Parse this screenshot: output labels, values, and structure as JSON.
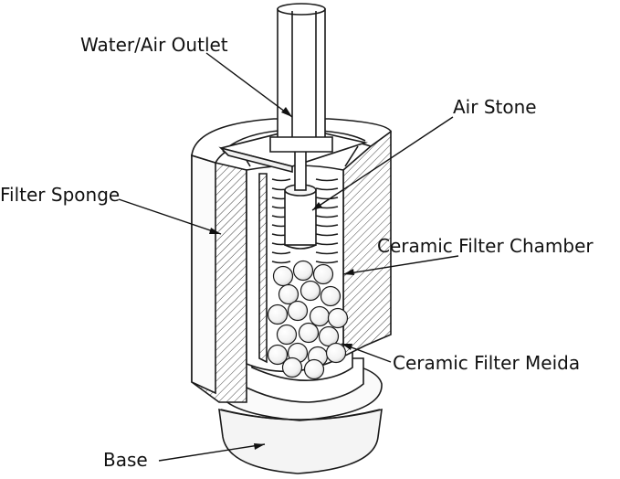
{
  "labels": {
    "outlet": "Water/Air Outlet",
    "air_stone": "Air Stone",
    "sponge": "Filter Sponge",
    "chamber": "Ceramic Filter Chamber",
    "media": "Ceramic Filter Meida",
    "base": "Base"
  }
}
